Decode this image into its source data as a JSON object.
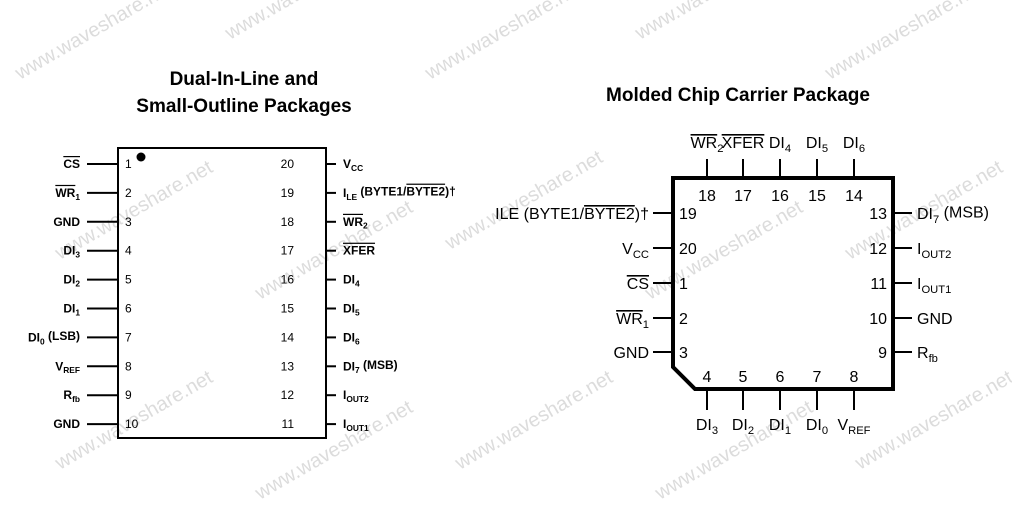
{
  "watermark": "www.waveshare.net",
  "dip": {
    "title_line1": "Dual-In-Line and",
    "title_line2": "Small-Outline Packages",
    "left_pins": [
      {
        "num": "1",
        "label": "CS",
        "over": true
      },
      {
        "num": "2",
        "label": "WR",
        "sub": "1",
        "over": true
      },
      {
        "num": "3",
        "label": "GND"
      },
      {
        "num": "4",
        "label": "DI",
        "sub": "3"
      },
      {
        "num": "5",
        "label": "DI",
        "sub": "2"
      },
      {
        "num": "6",
        "label": "DI",
        "sub": "1"
      },
      {
        "num": "7",
        "label": "DI",
        "sub": "0",
        "after": " (LSB)"
      },
      {
        "num": "8",
        "label": "V",
        "sub": "REF"
      },
      {
        "num": "9",
        "label": "R",
        "sub": "fb"
      },
      {
        "num": "10",
        "label": "GND"
      }
    ],
    "right_pins": [
      {
        "num": "20",
        "label": "V",
        "sub": "CC"
      },
      {
        "num": "19",
        "label": "I",
        "sub": "LE",
        "after": " (BYTE1/",
        "over_text": "BYTE2",
        "tail": ")†"
      },
      {
        "num": "18",
        "label": "WR",
        "sub": "2",
        "over": true
      },
      {
        "num": "17",
        "label": "XFER",
        "over": true
      },
      {
        "num": "16",
        "label": "DI",
        "sub": "4"
      },
      {
        "num": "15",
        "label": "DI",
        "sub": "5"
      },
      {
        "num": "14",
        "label": "DI",
        "sub": "6"
      },
      {
        "num": "13",
        "label": "DI",
        "sub": "7",
        "after": " (MSB)"
      },
      {
        "num": "12",
        "label": "I",
        "sub": "OUT2"
      },
      {
        "num": "11",
        "label": "I",
        "sub": "OUT1"
      }
    ]
  },
  "plcc": {
    "title": "Molded Chip Carrier Package",
    "top_pins": [
      {
        "num": "18",
        "label": "WR",
        "sub": "2",
        "over": true
      },
      {
        "num": "17",
        "label": "XFER",
        "over": true
      },
      {
        "num": "16",
        "label": "DI",
        "sub": "4"
      },
      {
        "num": "15",
        "label": "DI",
        "sub": "5"
      },
      {
        "num": "14",
        "label": "DI",
        "sub": "6"
      }
    ],
    "left_pins": [
      {
        "num": "19",
        "label": "ILE (BYTE1/",
        "over_text": "BYTE2",
        "tail": ")†"
      },
      {
        "num": "20",
        "label": "V",
        "sub": "CC"
      },
      {
        "num": "1",
        "label": "CS",
        "over": true
      },
      {
        "num": "2",
        "label": "WR",
        "sub": "1",
        "over": true
      },
      {
        "num": "3",
        "label": "GND"
      }
    ],
    "right_pins": [
      {
        "num": "13",
        "label": "DI",
        "sub": "7",
        "after": " (MSB)"
      },
      {
        "num": "12",
        "label": "I",
        "sub": "OUT2"
      },
      {
        "num": "11",
        "label": "I",
        "sub": "OUT1"
      },
      {
        "num": "10",
        "label": "GND"
      },
      {
        "num": "9",
        "label": "R",
        "sub": "fb"
      }
    ],
    "bottom_pins": [
      {
        "num": "4",
        "label": "DI",
        "sub": "3"
      },
      {
        "num": "5",
        "label": "DI",
        "sub": "2"
      },
      {
        "num": "6",
        "label": "DI",
        "sub": "1"
      },
      {
        "num": "7",
        "label": "DI",
        "sub": "0"
      },
      {
        "num": "8",
        "label": "V",
        "sub": "REF"
      }
    ]
  }
}
